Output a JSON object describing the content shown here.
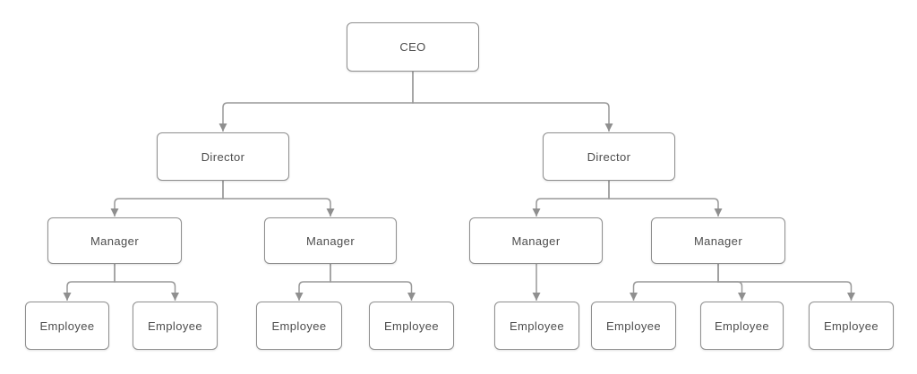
{
  "diagram": {
    "type": "org-chart",
    "nodes": [
      {
        "id": "ceo",
        "label": "CEO",
        "level": "executive"
      },
      {
        "id": "director-1",
        "label": "Director",
        "level": "director"
      },
      {
        "id": "director-2",
        "label": "Director",
        "level": "director"
      },
      {
        "id": "manager-1",
        "label": "Manager",
        "level": "manager"
      },
      {
        "id": "manager-2",
        "label": "Manager",
        "level": "manager"
      },
      {
        "id": "manager-3",
        "label": "Manager",
        "level": "manager"
      },
      {
        "id": "manager-4",
        "label": "Manager",
        "level": "manager"
      },
      {
        "id": "employee-1",
        "label": "Employee",
        "level": "employee"
      },
      {
        "id": "employee-2",
        "label": "Employee",
        "level": "employee"
      },
      {
        "id": "employee-3",
        "label": "Employee",
        "level": "employee"
      },
      {
        "id": "employee-4",
        "label": "Employee",
        "level": "employee"
      },
      {
        "id": "employee-5",
        "label": "Employee",
        "level": "employee"
      },
      {
        "id": "employee-6",
        "label": "Employee",
        "level": "employee"
      },
      {
        "id": "employee-7",
        "label": "Employee",
        "level": "employee"
      },
      {
        "id": "employee-8",
        "label": "Employee",
        "level": "employee"
      }
    ],
    "edges": [
      {
        "from": "ceo",
        "to": "director-1"
      },
      {
        "from": "ceo",
        "to": "director-2"
      },
      {
        "from": "director-1",
        "to": "manager-1"
      },
      {
        "from": "director-1",
        "to": "manager-2"
      },
      {
        "from": "director-2",
        "to": "manager-3"
      },
      {
        "from": "director-2",
        "to": "manager-4"
      },
      {
        "from": "manager-1",
        "to": "employee-1"
      },
      {
        "from": "manager-1",
        "to": "employee-2"
      },
      {
        "from": "manager-2",
        "to": "employee-3"
      },
      {
        "from": "manager-2",
        "to": "employee-4"
      },
      {
        "from": "manager-3",
        "to": "employee-5"
      },
      {
        "from": "manager-4",
        "to": "employee-6"
      },
      {
        "from": "manager-4",
        "to": "employee-7"
      },
      {
        "from": "manager-4",
        "to": "employee-8"
      }
    ],
    "colors": {
      "background": "#ffffff",
      "node_fill": "#ffffff",
      "node_border": "#8f8f8f",
      "connector": "#999999",
      "arrowhead": "#8f8f8f",
      "text": "#4d4d4d"
    }
  }
}
